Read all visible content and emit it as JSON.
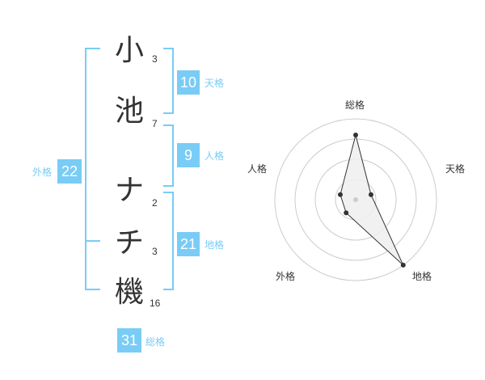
{
  "name": {
    "chars": [
      {
        "char": "小",
        "strokes": "3"
      },
      {
        "char": "池",
        "strokes": "7"
      },
      {
        "char": "ナ",
        "strokes": "2"
      },
      {
        "char": "チ",
        "strokes": "3"
      },
      {
        "char": "機",
        "strokes": "16"
      }
    ]
  },
  "fortune": {
    "tenkaku": {
      "label": "天格",
      "value": "10"
    },
    "jinkaku": {
      "label": "人格",
      "value": "9"
    },
    "chikaku": {
      "label": "地格",
      "value": "21"
    },
    "gaikaku": {
      "label": "外格",
      "value": "22"
    },
    "soukaku": {
      "label": "総格",
      "value": "31"
    }
  },
  "chart_data": {
    "type": "radar",
    "axes": [
      "総格",
      "天格",
      "地格",
      "外格",
      "人格"
    ],
    "values": [
      4,
      1,
      5,
      1,
      1
    ],
    "range": [
      0,
      5
    ],
    "rings": 4
  },
  "colors": {
    "accent": "#79CCF5",
    "bracket": "#79CCF5",
    "text": "#333333",
    "polygon_fill": "#eeeeee",
    "polygon_stroke": "#333333",
    "ring": "#cccccc"
  }
}
